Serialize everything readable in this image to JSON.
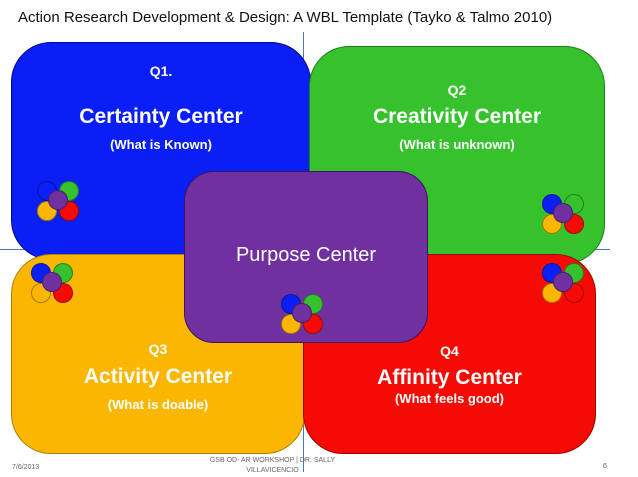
{
  "title": "Action Research Development & Design: A WBL Template (Tayko & Talmo 2010)",
  "quadrants": {
    "q1": {
      "num": "Q1.",
      "name": "Certainty Center",
      "sub": "(What is Known)",
      "color": "#0a1ff5"
    },
    "q2": {
      "num": "Q2",
      "name": "Creativity Center",
      "sub": "(What is unknown)",
      "color": "#35c22c"
    },
    "q3": {
      "num": "Q3",
      "name": "Activity Center",
      "sub": "(What is doable)",
      "color": "#fbb700"
    },
    "q4": {
      "num": "Q4",
      "name": "Affinity Center",
      "sub": "(What feels good)",
      "color": "#f50b04"
    }
  },
  "center": {
    "name": "Purpose Center",
    "color": "#7030a0"
  },
  "icons": [
    "circle-cluster-icon"
  ],
  "footer": {
    "date": "7/6/2013",
    "event": "GSB OD- AR WORKSHOP | DR. SALLY VILLAVICENCIO",
    "page": "6"
  }
}
